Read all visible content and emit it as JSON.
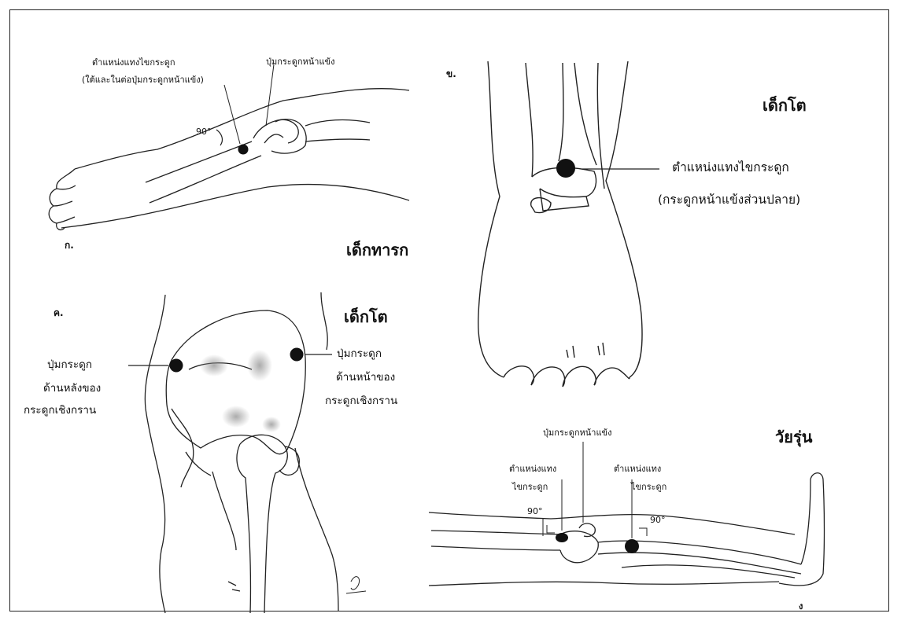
{
  "panel_a": {
    "letter": "ก.",
    "age_label": "เด็กทารก",
    "site_label_1": "ตำแหน่งแทงไขกระดูก",
    "site_label_2": "(ใต้และในต่อปุ่มกระดูกหน้าแข้ง)",
    "tuberosity_label": "ปุ่มกระดูกหน้าแข้ง",
    "angle_label": "90°"
  },
  "panel_b": {
    "letter": "ข.",
    "age_label": "เด็กโต",
    "site_label_1": "ตำแหน่งแทงไขกระดูก",
    "site_label_2": "(กระดูกหน้าแข้งส่วนปลาย)"
  },
  "panel_c": {
    "letter": "ค.",
    "age_label": "เด็กโต",
    "posterior_label": [
      "ปุ่มกระดูก",
      "ด้านหลังของ",
      "กระดูกเชิงกราน"
    ],
    "anterior_label": [
      "ปุ่มกระดูก",
      "ด้านหน้าของ",
      "กระดูกเชิงกราน"
    ]
  },
  "panel_d": {
    "age_label": "วัยรุ่น",
    "tuberosity_label": "ปุ่มกระดูกหน้าแข้ง",
    "left_site_label": [
      "ตำแหน่งแทง",
      "ไขกระดูก"
    ],
    "right_site_label": [
      "ตำแหน่งแทง",
      "ไขกระดูก"
    ],
    "angle_left": "90°",
    "angle_right": "90°"
  },
  "page_number": "ง"
}
